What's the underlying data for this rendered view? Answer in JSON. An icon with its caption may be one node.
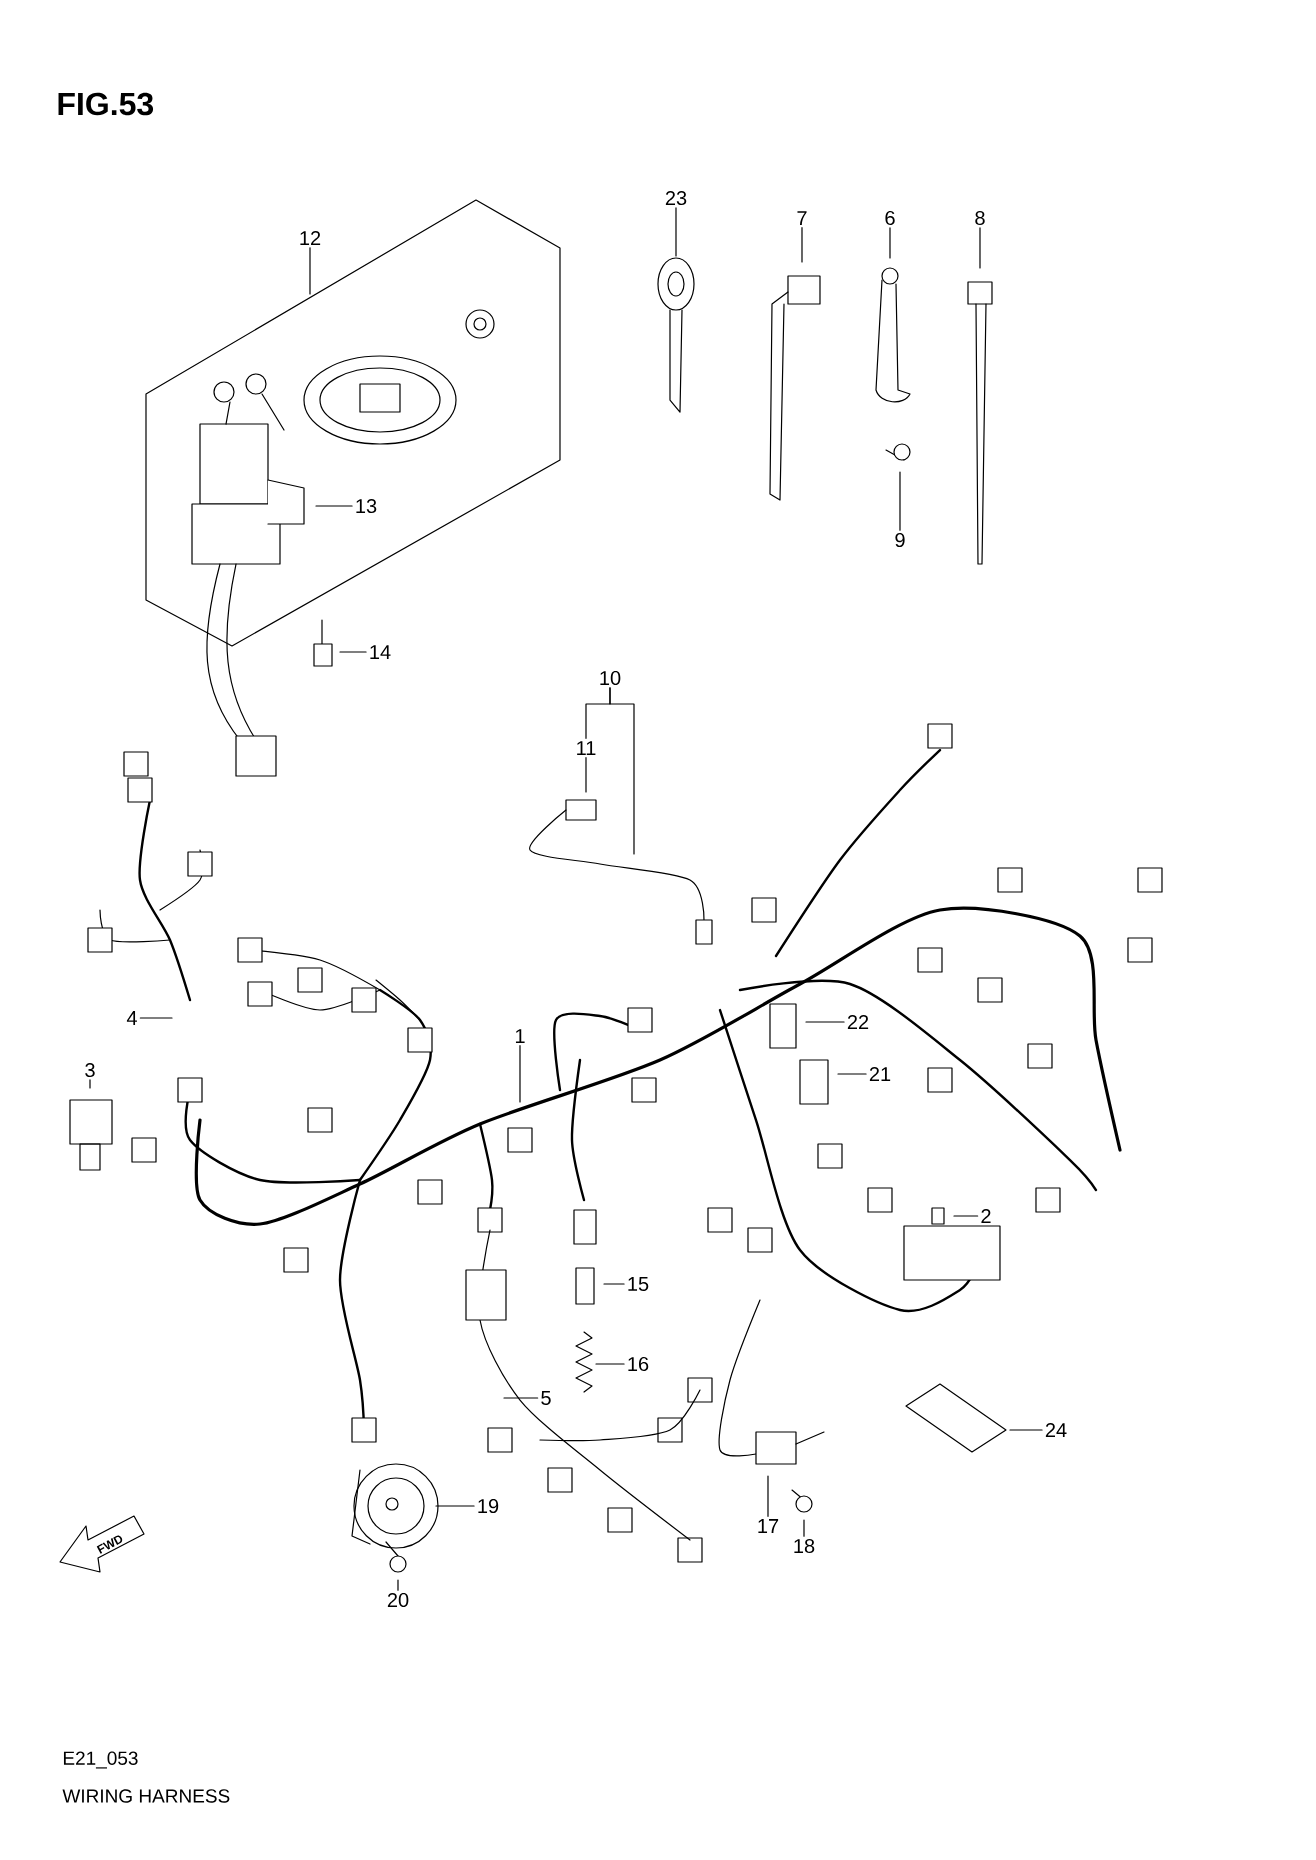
{
  "diagram": {
    "title": "FIG.53",
    "nodes": [
      {
        "text": [
          "12"
        ]
      },
      {
        "text": [
          "23"
        ]
      },
      {
        "text": [
          "7"
        ]
      },
      {
        "text": [
          "6"
        ]
      },
      {
        "text": [
          "8"
        ]
      },
      {
        "text": [
          "13"
        ]
      },
      {
        "text": [
          "9"
        ]
      },
      {
        "text": [
          "14"
        ]
      },
      {
        "text": [
          "10"
        ]
      },
      {
        "text": [
          "11"
        ]
      },
      {
        "text": [
          "4"
        ]
      },
      {
        "text": [
          "1"
        ]
      },
      {
        "text": [
          "22"
        ]
      },
      {
        "text": [
          "3"
        ]
      },
      {
        "text": [
          "21"
        ]
      },
      {
        "text": [
          "2"
        ]
      },
      {
        "text": [
          "15"
        ]
      },
      {
        "text": [
          "16"
        ]
      },
      {
        "text": [
          "5"
        ]
      },
      {
        "text": [
          "24"
        ]
      },
      {
        "text": [
          "19"
        ]
      },
      {
        "text": [
          "17"
        ]
      },
      {
        "text": [
          "18"
        ]
      },
      {
        "text": [
          "20"
        ]
      }
    ],
    "edges": [
      {
        "from": 0,
        "to": null,
        "arrow": "none"
      },
      {
        "from": 1,
        "to": null,
        "arrow": "none"
      },
      {
        "from": 2,
        "to": null,
        "arrow": "none"
      },
      {
        "from": 3,
        "to": null,
        "arrow": "none"
      },
      {
        "from": 4,
        "to": null,
        "arrow": "none"
      },
      {
        "from": 5,
        "to": null,
        "arrow": "none"
      },
      {
        "from": 6,
        "to": null,
        "arrow": "none"
      },
      {
        "from": 7,
        "to": null,
        "arrow": "none"
      },
      {
        "from": 8,
        "to": 9,
        "arrow": "none"
      },
      {
        "from": 8,
        "to": null,
        "arrow": "none"
      },
      {
        "from": 9,
        "to": null,
        "arrow": "none"
      },
      {
        "from": 10,
        "to": null,
        "arrow": "none"
      },
      {
        "from": 11,
        "to": null,
        "arrow": "none"
      },
      {
        "from": 12,
        "to": null,
        "arrow": "none"
      },
      {
        "from": 13,
        "to": null,
        "arrow": "none"
      },
      {
        "from": 14,
        "to": null,
        "arrow": "none"
      },
      {
        "from": 15,
        "to": null,
        "arrow": "none"
      },
      {
        "from": 16,
        "to": null,
        "arrow": "none"
      },
      {
        "from": 17,
        "to": null,
        "arrow": "none"
      },
      {
        "from": 18,
        "to": null,
        "arrow": "none"
      },
      {
        "from": 19,
        "to": null,
        "arrow": "none"
      },
      {
        "from": 20,
        "to": null,
        "arrow": "none"
      },
      {
        "from": 21,
        "to": null,
        "arrow": "none"
      },
      {
        "from": 22,
        "to": null,
        "arrow": "none"
      },
      {
        "from": 23,
        "to": null,
        "arrow": "none"
      }
    ],
    "labels": [
      "FWD",
      "E21_053",
      "WIRING HARNESS"
    ]
  }
}
